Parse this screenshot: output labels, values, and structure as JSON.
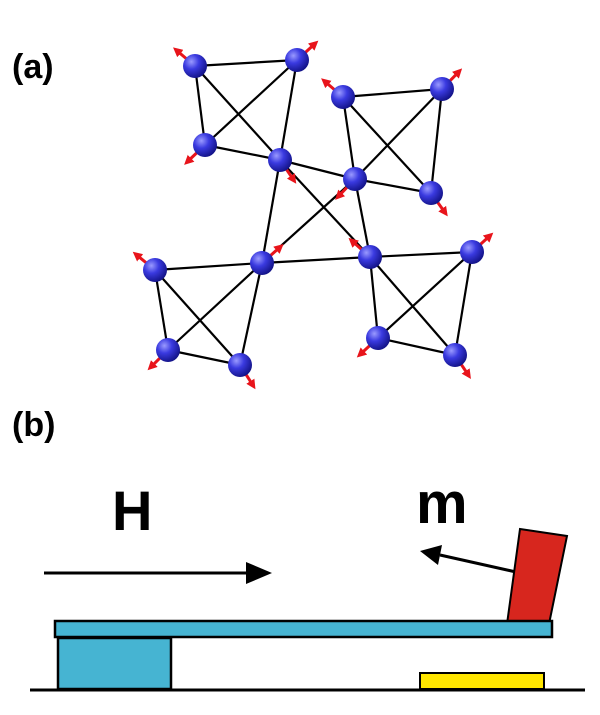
{
  "panels": {
    "a": {
      "label": "(a)"
    },
    "b": {
      "label": "(b)",
      "field_label": "H",
      "moment_label": "m"
    }
  },
  "colors": {
    "atom": "#2f2fd6",
    "atom_highlight": "#8f8fff",
    "spin_arrow": "#e8141b",
    "bond": "#000000",
    "cantilever": "#46b4d2",
    "support": "#46b4d2",
    "magnet": "#d7261e",
    "detector": "#ffe600",
    "ground": "#000000"
  }
}
